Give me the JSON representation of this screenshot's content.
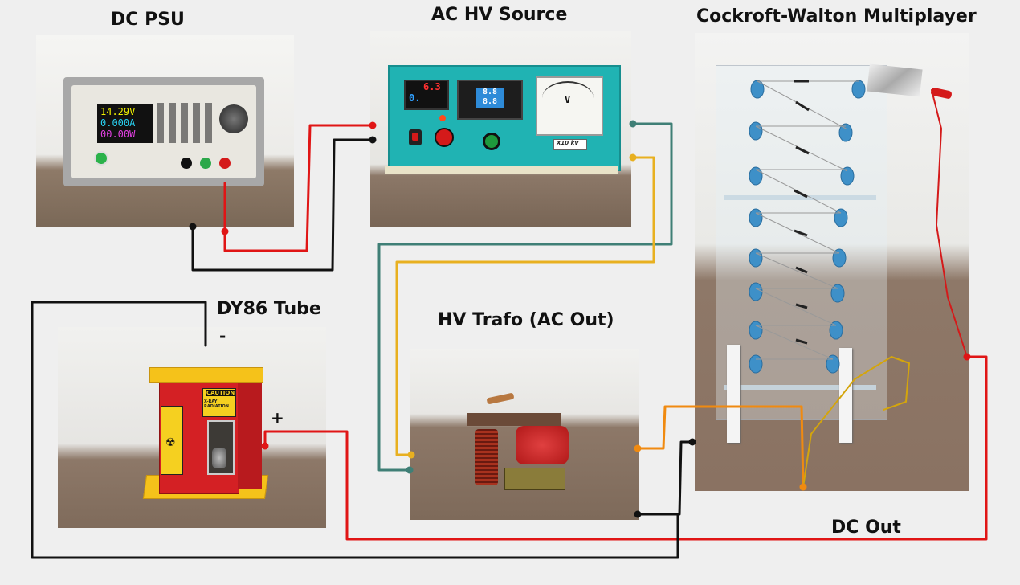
{
  "labels": {
    "dc_psu": "DC PSU",
    "ac_hv_source": "AC HV Source",
    "cw_multiplier": "Cockroft-Walton Multiplayer",
    "dy86_tube": "DY86 Tube",
    "hv_trafo": "HV Trafo (AC Out)",
    "dc_out": "DC Out",
    "minus": "-",
    "plus": "+"
  },
  "psu_display": {
    "voltage": "14.29V",
    "current": "0.000A",
    "power": "00.00W"
  },
  "hv_source": {
    "meter_top": "6.3",
    "meter_bottom": "0.",
    "timer_top": "8.8",
    "timer_bottom": "8.8",
    "voltmeter_unit": "V",
    "scale_tag": "X10 kV"
  },
  "tube_box": {
    "caution": "CAUTION",
    "xray": "X-RAY RADIATION"
  },
  "wire_colors": {
    "red": "#e01515",
    "black": "#111111",
    "teal": "#3f7f76",
    "yellow": "#e8b020",
    "orange": "#f08a10",
    "ochre": "#d4a50c"
  }
}
